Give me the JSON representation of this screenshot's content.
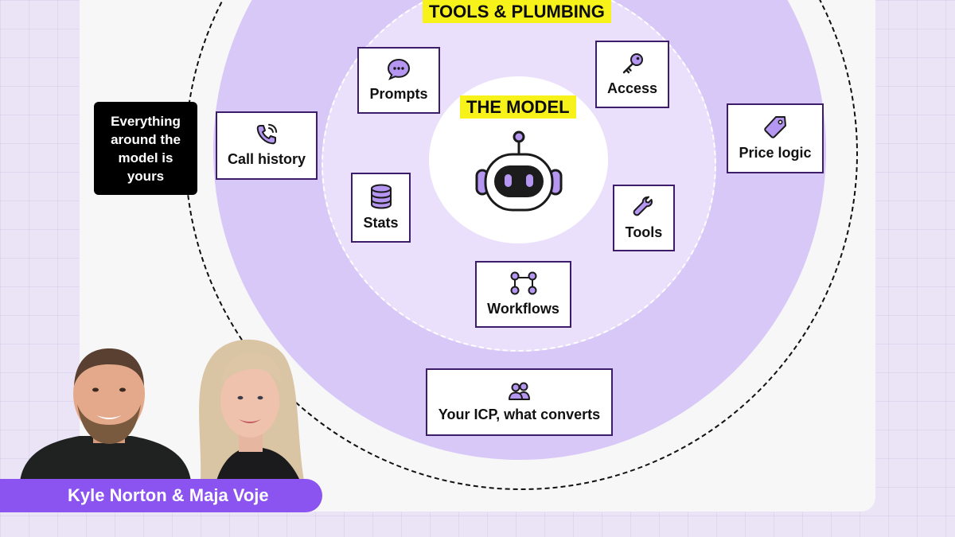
{
  "diagram": {
    "outer_label": "TOOLS & PLUMBING",
    "center_label": "THE MODEL",
    "center_icon": "robot-icon",
    "callout": "Everything around the model is yours",
    "nodes": {
      "prompts": {
        "label": "Prompts",
        "icon": "chat-bubble-icon"
      },
      "access": {
        "label": "Access",
        "icon": "key-icon"
      },
      "call_history": {
        "label": "Call history",
        "icon": "phone-icon"
      },
      "price_logic": {
        "label": "Price logic",
        "icon": "tag-icon"
      },
      "stats": {
        "label": "Stats",
        "icon": "database-icon"
      },
      "tools": {
        "label": "Tools",
        "icon": "wrench-icon"
      },
      "workflows": {
        "label": "Workflows",
        "icon": "workflow-icon"
      },
      "icp": {
        "label": "Your ICP, what converts",
        "icon": "users-icon"
      }
    },
    "colors": {
      "outer_ring": "#d8c8f7",
      "inner_ring": "#ebe0fb",
      "highlight": "#f7f31a",
      "node_border": "#3d1d6a",
      "icon_fill": "#b597f2",
      "banner": "#8b53f0"
    }
  },
  "footer": {
    "speakers": "Kyle Norton & Maja Voje"
  }
}
